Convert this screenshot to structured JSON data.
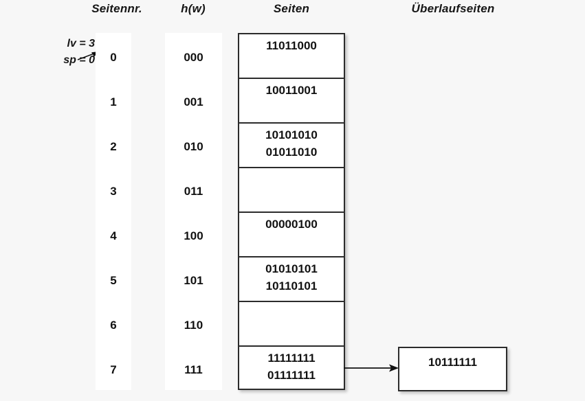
{
  "background_color": "#f7f7f7",
  "headers": {
    "seitennr": "Seitennr.",
    "hw": "h(w)",
    "seiten": "Seiten",
    "ueberlaufseiten": "Überlaufseiten"
  },
  "params": {
    "lv": "lv = 3",
    "sp": "sp = 0",
    "arrow_icon": "arrow-right-icon"
  },
  "rows": [
    {
      "seitennr": "0",
      "hw": "000",
      "seiten": [
        "11011000"
      ]
    },
    {
      "seitennr": "1",
      "hw": "001",
      "seiten": [
        "10011001"
      ]
    },
    {
      "seitennr": "2",
      "hw": "010",
      "seiten": [
        "10101010",
        "01011010"
      ]
    },
    {
      "seitennr": "3",
      "hw": "011",
      "seiten": []
    },
    {
      "seitennr": "4",
      "hw": "100",
      "seiten": [
        "00000100"
      ]
    },
    {
      "seitennr": "5",
      "hw": "101",
      "seiten": [
        "01010101",
        "10110101"
      ]
    },
    {
      "seitennr": "6",
      "hw": "110",
      "seiten": []
    },
    {
      "seitennr": "7",
      "hw": "111",
      "seiten": [
        "11111111",
        "01111111"
      ]
    }
  ],
  "overflow": {
    "from_row": "7",
    "arrow_icon": "arrow-right-icon",
    "entries": [
      "10111111"
    ]
  },
  "colors": {
    "border": "#2b2b2b",
    "cell_background": "#ffffff",
    "text": "#111111"
  }
}
